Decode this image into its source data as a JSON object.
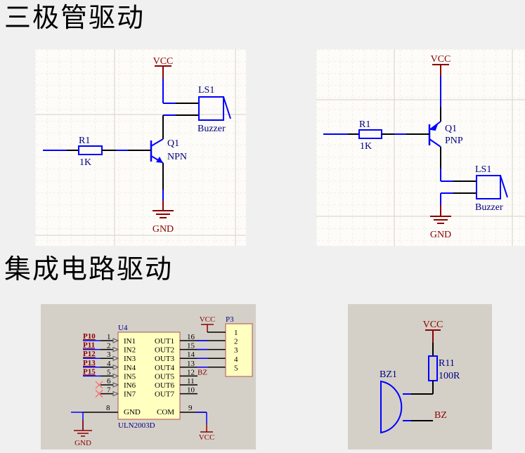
{
  "headings": {
    "transistor": "三极管驱动",
    "ic": "集成电路驱动"
  },
  "colors": {
    "sheet_bg": "#fdfcf8",
    "sheet_bg_gray": "#d4d0c8",
    "wire_blue": "#0000ff",
    "wire_black": "#000000",
    "power_red": "#8b0000",
    "label_blue": "#000080",
    "ic_fill": "#ffffc0",
    "ic_border": "#b05050",
    "nc_cross": "#ff6060"
  },
  "npn_circuit": {
    "vcc": "VCC",
    "gnd": "GND",
    "resistor": {
      "ref": "R1",
      "value": "1K"
    },
    "transistor": {
      "ref": "Q1",
      "type": "NPN"
    },
    "buzzer": {
      "ref": "LS1",
      "value": "Buzzer"
    }
  },
  "pnp_circuit": {
    "vcc": "VCC",
    "gnd": "GND",
    "resistor": {
      "ref": "R1",
      "value": "1K"
    },
    "transistor": {
      "ref": "Q1",
      "type": "PNP"
    },
    "buzzer": {
      "ref": "LS1",
      "value": "Buzzer"
    }
  },
  "uln_circuit": {
    "ic_ref": "U4",
    "ic_part": "ULN2003D",
    "vcc_top": "VCC",
    "vcc_bottom": "VCC",
    "gnd": "GND",
    "connector_ref": "P3",
    "connector_pins": [
      "1",
      "2",
      "3",
      "4",
      "5"
    ],
    "inputs": [
      {
        "net": "P10",
        "pin": "1",
        "name": "IN1"
      },
      {
        "net": "P11",
        "pin": "2",
        "name": "IN2"
      },
      {
        "net": "P12",
        "pin": "3",
        "name": "IN3"
      },
      {
        "net": "P13",
        "pin": "4",
        "name": "IN4"
      },
      {
        "net": "P15",
        "pin": "5",
        "name": "IN5"
      },
      {
        "net": "",
        "pin": "6",
        "name": "IN6"
      },
      {
        "net": "",
        "pin": "7",
        "name": "IN7"
      }
    ],
    "outputs": [
      {
        "pin": "16",
        "name": "OUT1"
      },
      {
        "pin": "15",
        "name": "OUT2"
      },
      {
        "pin": "14",
        "name": "OUT3"
      },
      {
        "pin": "13",
        "name": "OUT4"
      },
      {
        "pin": "12",
        "name": "OUT5",
        "net": "BZ"
      },
      {
        "pin": "11",
        "name": "OUT6"
      },
      {
        "pin": "10",
        "name": "OUT7"
      }
    ],
    "gnd_pin": {
      "pin": "8",
      "name": "GND"
    },
    "com_pin": {
      "pin": "9",
      "name": "COM"
    }
  },
  "buzzer_circuit": {
    "vcc": "VCC",
    "resistor": {
      "ref": "R11",
      "value": "100R"
    },
    "buzzer_ref": "BZ1",
    "net": "BZ"
  }
}
